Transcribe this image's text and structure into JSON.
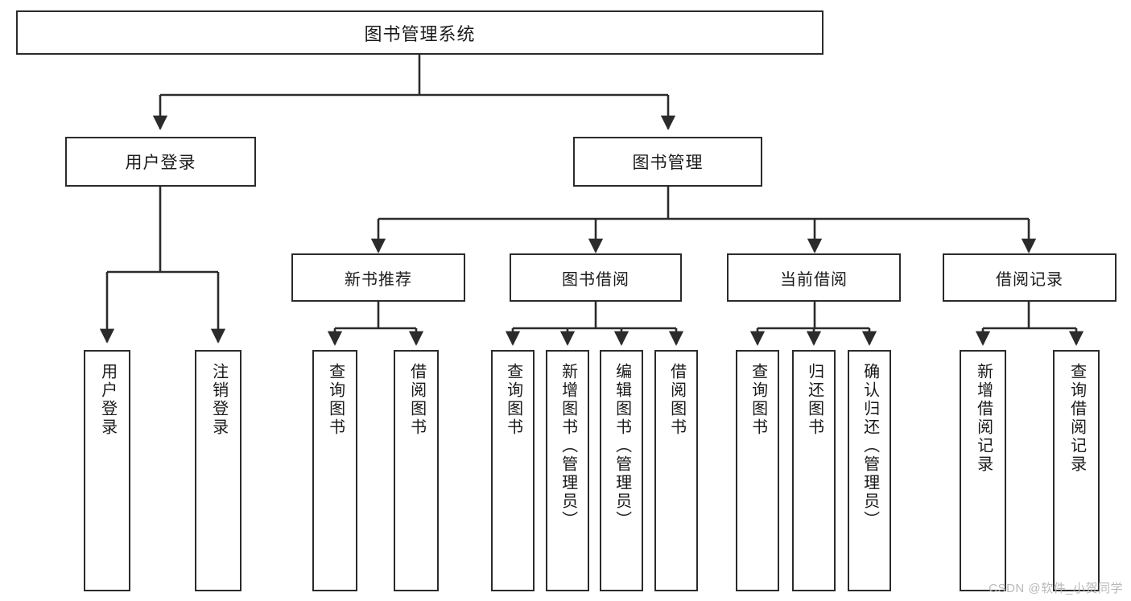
{
  "diagram": {
    "title": "图书管理系统",
    "watermark": "CSDN @软件_小贺同学",
    "colors": {
      "border": "#2b2b2b",
      "line": "#2b2b2b",
      "background": "#ffffff",
      "text": "#1a1a1a",
      "watermark": "#b9b9b9"
    },
    "root": {
      "label": "图书管理系统"
    },
    "level2": [
      {
        "label": "用户登录"
      },
      {
        "label": "图书管理"
      }
    ],
    "level3": [
      {
        "label": "新书推荐"
      },
      {
        "label": "图书借阅"
      },
      {
        "label": "当前借阅"
      },
      {
        "label": "借阅记录"
      }
    ],
    "leaves": {
      "user_login": [
        {
          "label": "用户登录"
        },
        {
          "label": "注销登录"
        }
      ],
      "new_book_recommend": [
        {
          "label": "查询图书"
        },
        {
          "label": "借阅图书"
        }
      ],
      "book_borrow": [
        {
          "label": "查询图书"
        },
        {
          "label": "新增图书（管理员）"
        },
        {
          "label": "编辑图书（管理员）"
        },
        {
          "label": "借阅图书"
        }
      ],
      "current_borrow": [
        {
          "label": "查询图书"
        },
        {
          "label": "归还图书"
        },
        {
          "label": "确认归还（管理员）"
        }
      ],
      "borrow_record": [
        {
          "label": "新增借阅记录"
        },
        {
          "label": "查询借阅记录"
        }
      ]
    }
  }
}
